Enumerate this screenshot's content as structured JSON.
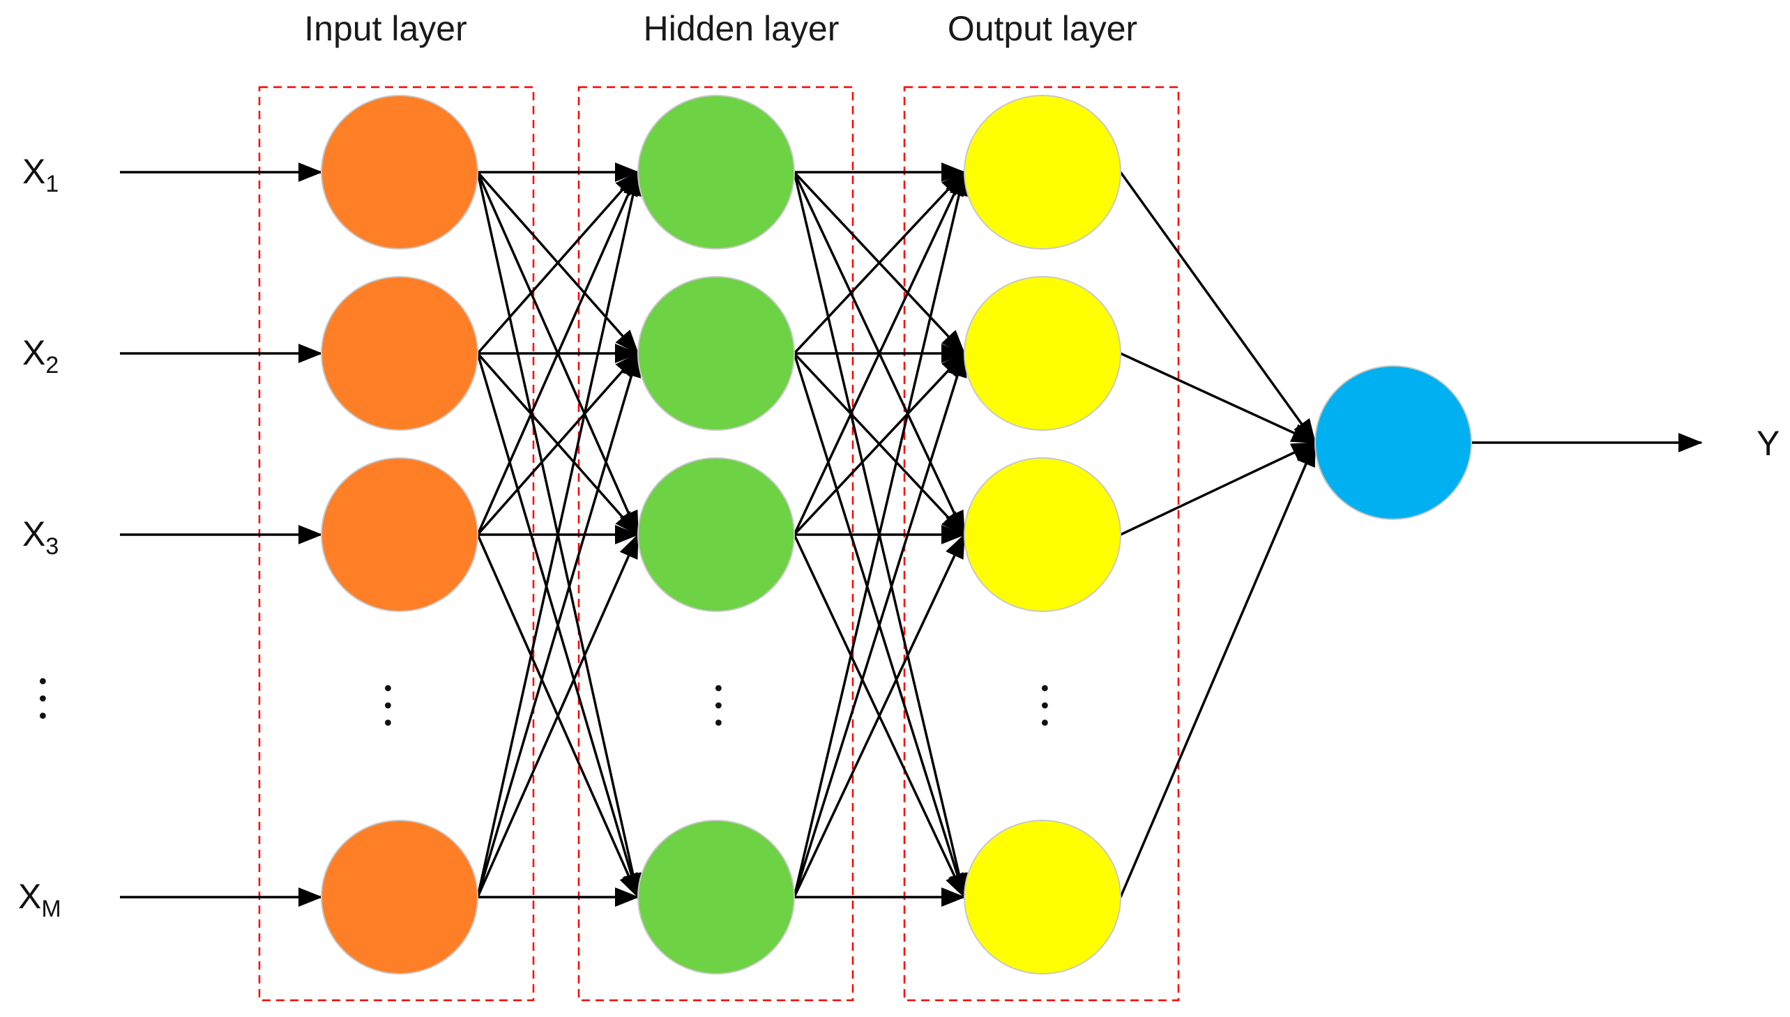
{
  "layers": [
    {
      "title": "Input layer",
      "color": "#FF7F27"
    },
    {
      "title": "Hidden layer",
      "color": "#6DD244"
    },
    {
      "title": "Output layer",
      "color": "#FFFF00"
    }
  ],
  "final_node": {
    "color": "#00B0F0"
  },
  "inputs": [
    {
      "base": "X",
      "sub": "1"
    },
    {
      "base": "X",
      "sub": "2"
    },
    {
      "base": "X",
      "sub": "3"
    },
    {
      "base": "X",
      "sub": "M"
    }
  ],
  "output_label": "Y",
  "ellipsis": "…",
  "box_border_color": "#FF0000",
  "line_color": "#000000"
}
